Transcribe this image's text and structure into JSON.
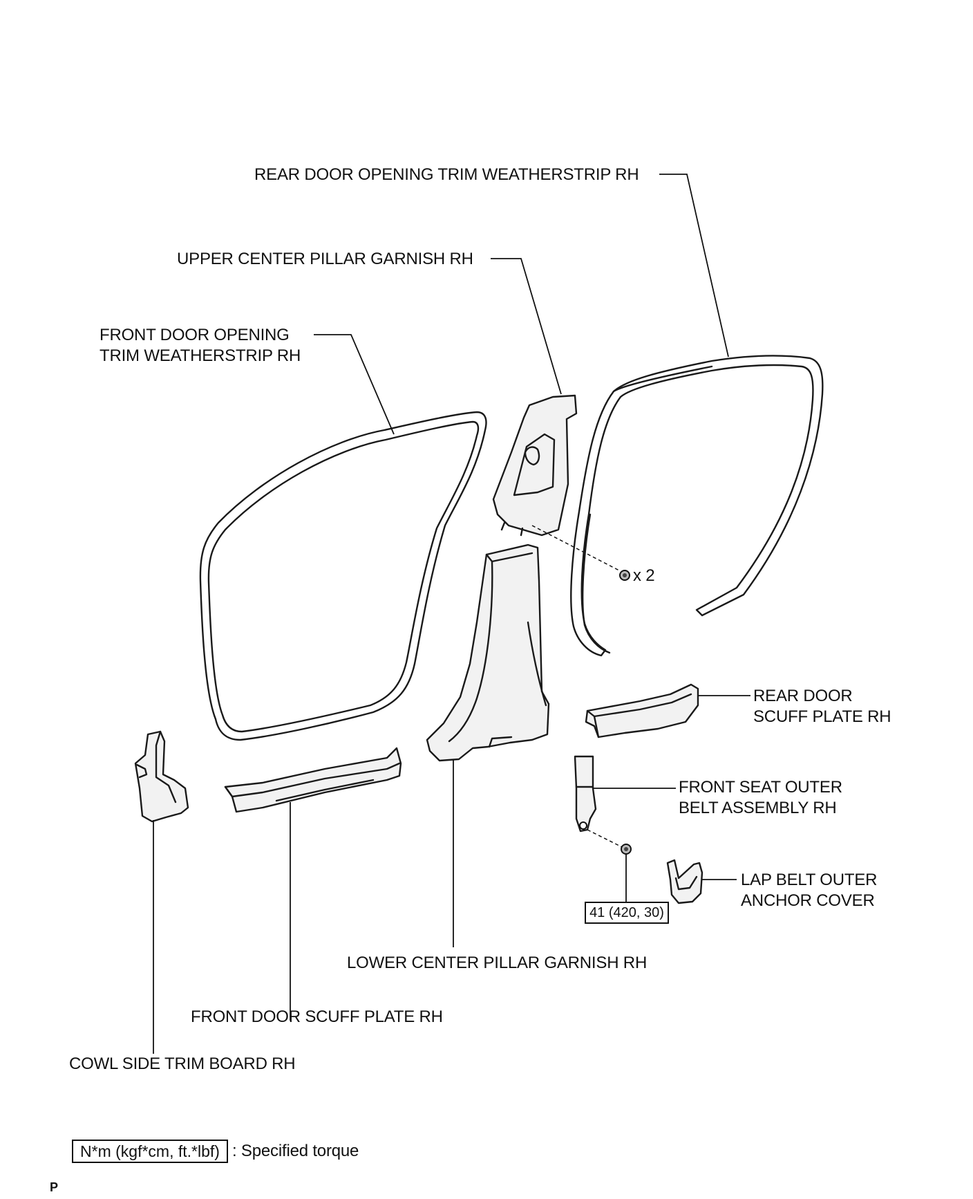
{
  "labels": {
    "rear_door_opening_trim": "REAR DOOR OPENING TRIM WEATHERSTRIP RH",
    "upper_center_pillar": "UPPER CENTER PILLAR GARNISH RH",
    "front_door_opening_trim_line1": "FRONT DOOR OPENING",
    "front_door_opening_trim_line2": "TRIM WEATHERSTRIP RH",
    "rear_door_scuff_line1": "REAR DOOR",
    "rear_door_scuff_line2": "SCUFF PLATE RH",
    "front_seat_belt_line1": "FRONT SEAT OUTER",
    "front_seat_belt_line2": "BELT ASSEMBLY RH",
    "lap_belt_cover_line1": "LAP BELT OUTER",
    "lap_belt_cover_line2": "ANCHOR COVER",
    "lower_center_pillar": "LOWER CENTER PILLAR GARNISH RH",
    "front_door_scuff": "FRONT DOOR SCUFF PLATE RH",
    "cowl_side_trim": "COWL SIDE TRIM BOARD RH",
    "clip_quantity": "x 2",
    "torque_value": "41 (420, 30)"
  },
  "legend": {
    "torque_unit_box": "N*m (kgf*cm, ft.*lbf)",
    "torque_description": ": Specified torque"
  },
  "corner_mark": "P"
}
